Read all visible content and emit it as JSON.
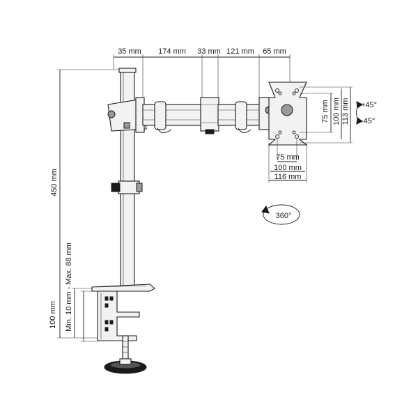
{
  "dimensions": {
    "top_35": "35 mm",
    "top_174": "174 mm",
    "top_33": "33 mm",
    "top_121": "121 mm",
    "top_65": "65 mm",
    "vesa_h_75": "75 mm",
    "vesa_h_100": "100 mm",
    "vesa_h_116": "116 mm",
    "vesa_v_75": "75 mm",
    "vesa_v_100": "100 mm",
    "vesa_v_113": "113 mm",
    "height_450": "450 mm",
    "clamp_range": "Min. 10 mm - Max. 88 mm",
    "clamp_100": "100 mm"
  },
  "rotation": {
    "tilt_up": "+45°",
    "tilt_down": "-45°",
    "swivel": "360°"
  }
}
